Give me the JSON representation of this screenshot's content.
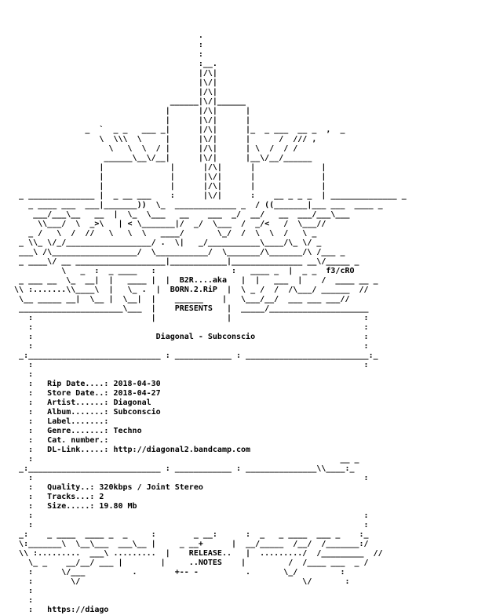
{
  "nfo": {
    "art_lines": [
      "",
      "",
      "",
      "                                         .",
      "                                         :",
      "                                         :",
      "                                         :__.",
      "                                         |/\\|",
      "                                         |\\/|",
      "                                         |/\\|",
      "                                   ______|\\/|______",
      "                                  |      |/\\|      |",
      "                                  |      |\\/|      |",
      "                 _  `  _ _   ___ _|      |/\\|      |_  _ ___  __ _  ,  _",
      "                    \\  \\\\\\  \\     |      |\\/|      |      /  /// ,",
      "                      \\   \\  \\  / |      |/\\|      | \\  /  / /",
      "                     ______\\__\\/__|      |\\/|      |__\\/__/______",
      "                    |              |      |/\\|      |              |",
      "                    |              |      |\\/|      |              |",
      "                    |              |      |/\\|      |              |",
      "   _ ______________ |  _ __ ___    :      |\\/|      :    __ _ _ _  | ______________ _",
      "     _ ____ ___  ___|_______))  \\_  _____________ _  / ((_______|___ ___  ____ _",
      "      ___/___\\__   __  |  \\_  \\___   __    ___  _/  __/   __  ___/___\\___",
      "       \\\\___/  \\  _>\\   | < \\_______|/  _/  \\___  /  _/<   /  \\___//",
      "     _ /   \\  /  //   \\   \\  \\   ____/       \\_/  /  \\  \\  /   \\ _",
      "   _ \\\\_ \\/_/__________________/ .  \\|   _/___________\\____/\\_ \\/ _",
      "   ___\\ /\\__________________/  \\___________/  \\_______/\\_______/\\ /___ _",
      "   _ ____\\/ __ ___________________|____________|_______________ __\\/_____ _",
      "            \\   _  :  _ ____   :                :   ____ _  |  _ _  f3/cRO",
      "   _ ___ __  \\_  __|  |   ____ |  |  B2R....aka   |  |   ___  |    /  ____ __ _",
      "  \\\\ :.......\\\\____\\  |   \\_ .  |  BORN.2.RiP  |  \\ _ /  /  /\\___/ ______  //",
      "   \\__ _____ __|  \\__ |  \\__|  |    ______    |   \\___/__/  ___ ___ ___//",
      "   ______________________\\___  |    PRESENTS   |  _____/_____________________",
      "     :                         |               |                            :",
      "     :                                                                      :",
      "     :                          Diagonal - Subconscio                       :",
      "     :                                                                      :",
      "   _:____________________________ : ____________ : __________________________:_",
      "     :                                                                      :",
      "     :"
    ],
    "info_lines": [
      "     :   Rip Date....: 2018-04-30",
      "     :   Store Date..: 2018-04-27",
      "     :   Artist......: Diagonal",
      "     :   Album.......: Subconscio",
      "     :   Label.......:",
      "     :   Genre.......: Techno",
      "     :   Cat. number.:",
      "     :   DL-Link.....: http://diagonal2.bandcamp.com",
      "     :                                                                 __ _",
      "   _:____________________________ : ____________ : _______________\\\\____:_",
      "     :                                                                      :",
      "     :   Quality..: 320kbps / Joint Stereo",
      "     :   Tracks...: 2",
      "     :   Size.....: 19.80 Mb",
      "     :                                                                      :",
      "     :                                                                      :",
      "   _:    _ ____  ____ _  _     :        _ __:      :  _   _ ____  ___ _    :_",
      "   \\:_______\\  \\__\\___  ___\\__ |     _ __+      |  __/_____  /__/  /_______:/",
      "   \\\\ :.........  ___\\ .........  |    RELEASE..   |  ........./  /_________  //",
      "     \\_ _    __/__/ ___ |        |     ..NOTES    |         /  /____ ___  _ /",
      "     :      \\/___          .        +-- -          .       \\_/         :",
      "     :        \\/                                               \\/       :",
      "     :",
      "     :",
      "     :   https://diago"
    ]
  }
}
